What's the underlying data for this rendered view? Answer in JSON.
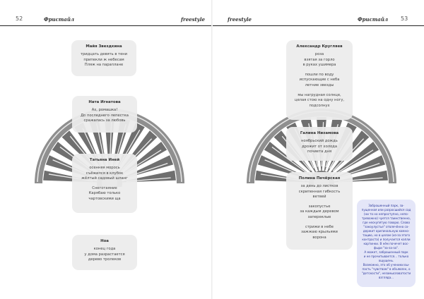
{
  "left_page": {
    "page_number": "52",
    "header_left": "Фристайл",
    "header_right": "freestyle",
    "cards": [
      {
        "title": "Майя Звездкина",
        "lines": [
          "тридцать девять в тени",
          "припекли ж небесам",
          "Пляж на параплане"
        ]
      },
      {
        "title": "Ната Игнатова",
        "lines": [
          "Ах, ромашка!",
          "До последнего лепестка",
          "сражалась за любовь"
        ]
      },
      {
        "title": "Татьяна Иней",
        "lines": [
          "осенняя морось",
          "съёжился в клубок",
          "жёлтый садовый шланг",
          "",
          "Снеготаяние",
          "Карябаю только",
          "чартовскими ща"
        ]
      },
      {
        "title": "Ноа",
        "lines": [
          "конец года",
          "у дома разрастается",
          "дерево тролеков"
        ]
      }
    ]
  },
  "right_page": {
    "page_number": "53",
    "header_left": "freestyle",
    "header_right": "Фристайл",
    "cards": [
      {
        "title": "Александр Кругляев",
        "lines": [
          "роза",
          "взятая за горло",
          "в руках ушимерa",
          "",
          "пошли по воду",
          "испускающие с неба",
          "летние звезды",
          "",
          "мы нагрудная солнце,",
          "целая стою на одну ногу,",
          "подсолнух"
        ]
      },
      {
        "title": "Галина Низамова",
        "lines": [
          "ноябрьский дождь",
          "дрожит от холода",
          "почиета дня"
        ]
      },
      {
        "title": "Полина Печёрская",
        "lines": [
          "за день до листков",
          "скрипенная гибкость",
          "ветвей",
          "",
          "закопустье",
          "за каждым деревом",
          "запереклые",
          "",
          "стрижи в небе",
          "зажжаю крыльями",
          "ворона"
        ]
      }
    ],
    "note_lines": [
      "Заброшенный парк, за-",
      "пущенная или разросшийся сад",
      "(ни то но непроступно, непо-",
      "тревожно) чуется таинственно,",
      "где нескупятую говорю. Слово",
      "\"закоулустье\" отвлечённо со-",
      "держит оригинальную комно-",
      "тацию, но в целом (из-за этого",
      "контраста) и получается капли",
      "картинки. В нём почечет вос-",
      "фыри \"за-за-за\".",
      "А может, заброшенный парк",
      "и не прочитывается... только",
      "ощущень.",
      "Возможно, это об ученики вы-",
      "пасть \"чувствам\" в объявлен, о",
      "\"детскости\", незамысловатости",
      "взгляда..."
    ]
  }
}
